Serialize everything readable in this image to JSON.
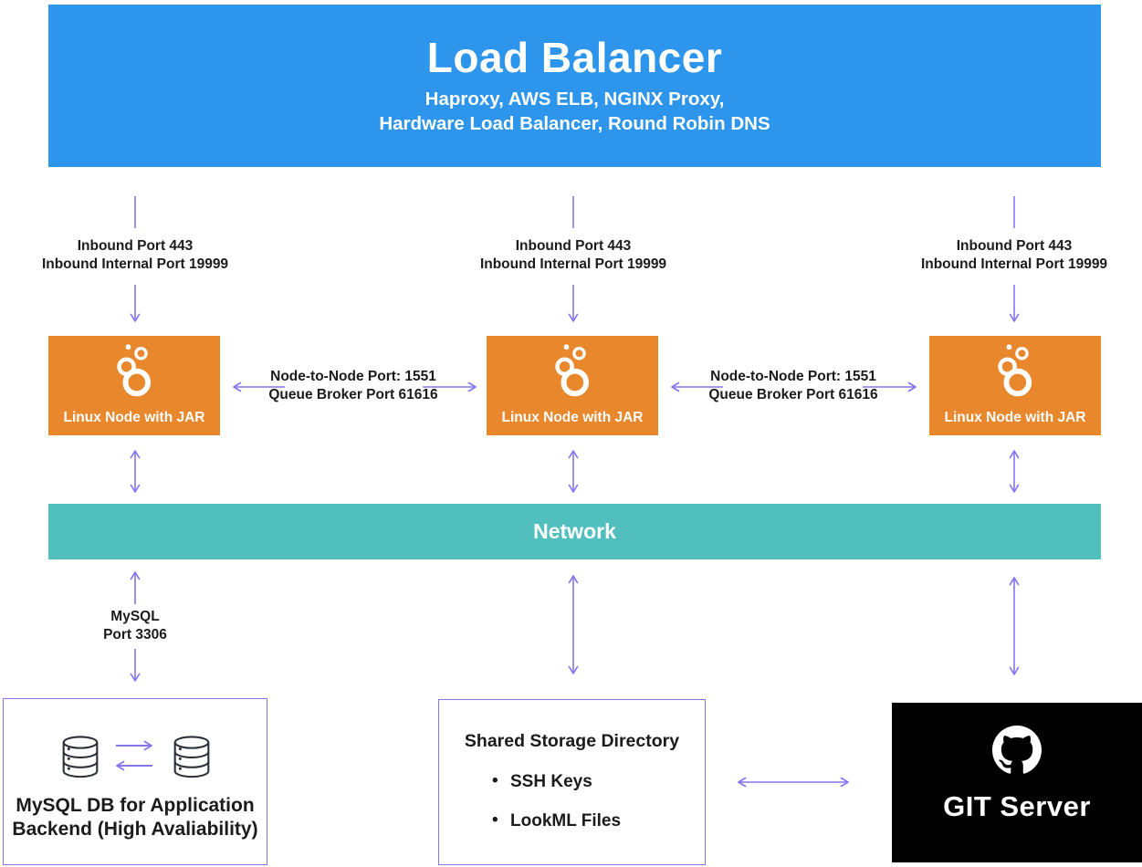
{
  "colors": {
    "load_balancer_blue": "#2E95EC",
    "node_orange": "#E8872C",
    "network_teal": "#50BFBE",
    "connector_purple": "#8476EC",
    "git_black": "#000000",
    "text_dark": "#1B1B1B"
  },
  "load_balancer": {
    "title": "Load Balancer",
    "subtitle_line1": "Haproxy, AWS ELB, NGINX Proxy,",
    "subtitle_line2": "Hardware Load Balancer, Round Robin DNS"
  },
  "inbound": {
    "line1": "Inbound Port 443",
    "line2": "Inbound Internal Port 19999"
  },
  "node_link": {
    "line1": "Node-to-Node Port: 1551",
    "line2": "Queue Broker Port 61616"
  },
  "node": {
    "label": "Linux Node with JAR"
  },
  "network": {
    "label": "Network"
  },
  "mysql_link": {
    "line1": "MySQL",
    "line2": "Port 3306"
  },
  "mysql_db": {
    "line1": "MySQL DB for Application",
    "line2": "Backend (High Avaliability)"
  },
  "shared_storage": {
    "title": "Shared Storage Directory",
    "items": [
      "SSH Keys",
      "LookML Files"
    ]
  },
  "git": {
    "label": "GIT Server"
  },
  "icons": {
    "node_icon": "looker-bubbles-icon",
    "database_icon": "database-cylinder-icon",
    "git_icon": "github-octocat-icon"
  }
}
